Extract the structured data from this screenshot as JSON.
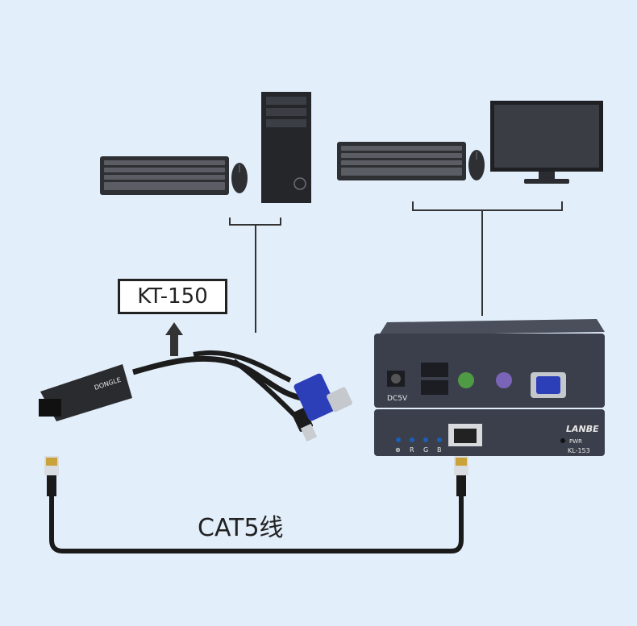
{
  "adapter_label": "KT-150",
  "cable_label": "CAT5线",
  "adapter_print": "DONGLE",
  "extender": {
    "port_dc": "DC5V",
    "brand": "LANBE",
    "model": "KL-153",
    "pwr": "PWR",
    "led_labels": [
      "⊕",
      "R",
      "G",
      "B"
    ]
  },
  "icons": {
    "pc_left": "keyboard-mouse-tower",
    "pc_right": "keyboard-mouse-monitor",
    "adapter": "kvm-dongle",
    "extender": "kvm-extender"
  },
  "colors": {
    "background": "#e3eefb",
    "line": "#333333",
    "device": "#3a3f4b",
    "vga_blue": "#2c3fb8",
    "ps2_green": "#4f9a45",
    "ps2_purple": "#7a64b8"
  }
}
